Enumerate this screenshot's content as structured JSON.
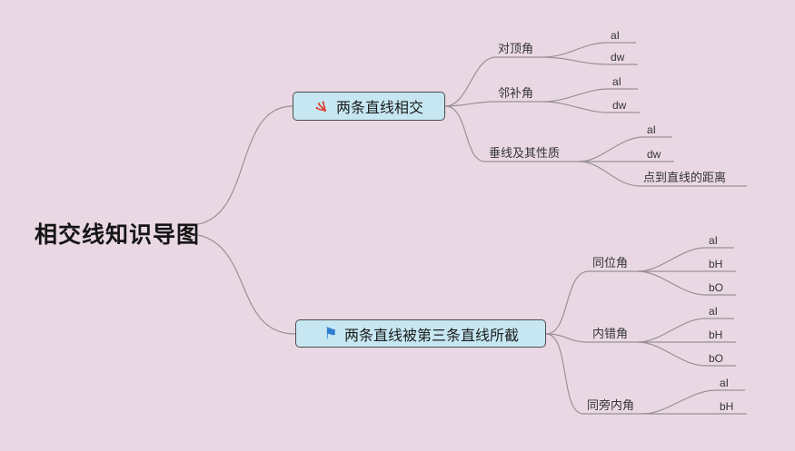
{
  "root": {
    "label": "相交线知识导图"
  },
  "branches": [
    {
      "label": "两条直线相交",
      "icon": "spark-icon",
      "children": [
        {
          "label": "对顶角",
          "children": [
            {
              "label": "aI"
            },
            {
              "label": "dw"
            }
          ]
        },
        {
          "label": "邻补角",
          "children": [
            {
              "label": "aI"
            },
            {
              "label": "dw"
            }
          ]
        },
        {
          "label": "垂线及其性质",
          "children": [
            {
              "label": "aI"
            },
            {
              "label": "dw"
            },
            {
              "label": "点到直线的距离"
            }
          ]
        }
      ]
    },
    {
      "label": "两条直线被第三条直线所截",
      "icon": "flag-icon",
      "icon_glyph": "⚑",
      "children": [
        {
          "label": "同位角",
          "children": [
            {
              "label": "aI"
            },
            {
              "label": "bH"
            },
            {
              "label": "bO"
            }
          ]
        },
        {
          "label": "内错角",
          "children": [
            {
              "label": "aI"
            },
            {
              "label": "bH"
            },
            {
              "label": "bO"
            }
          ]
        },
        {
          "label": "同旁内角",
          "children": [
            {
              "label": "aI"
            },
            {
              "label": "bH"
            }
          ]
        }
      ]
    }
  ],
  "colors": {
    "background": "#e9d8e3",
    "node_fill": "#c6e7f2",
    "node_border": "#4d4d4d",
    "line": "#9a9095",
    "spark_icon": "#e0392e",
    "flag_icon": "#2e7fd0"
  }
}
